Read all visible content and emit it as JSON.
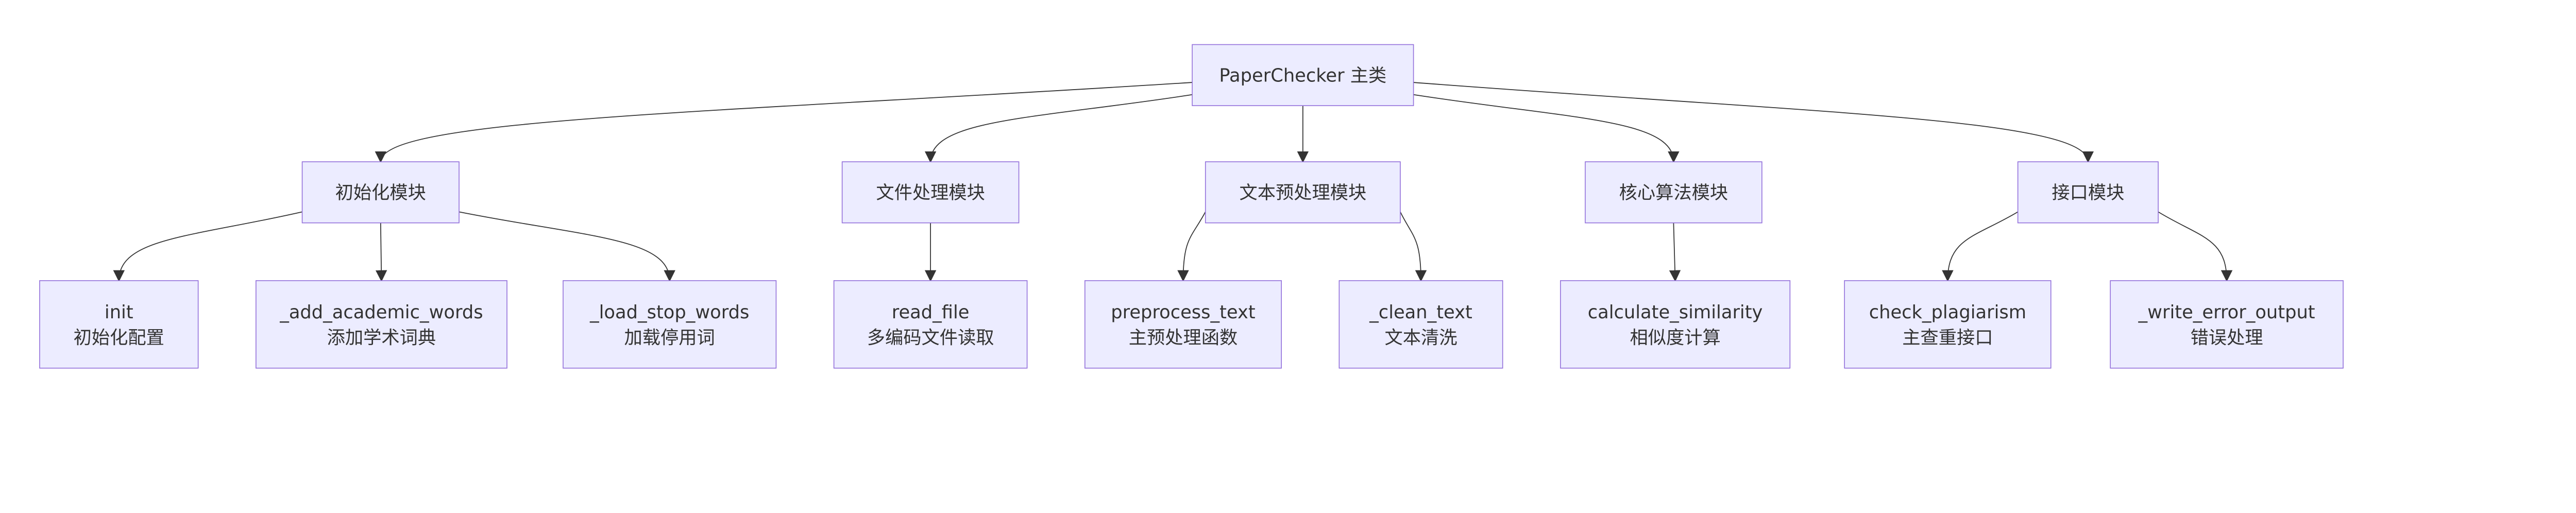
{
  "colors": {
    "node_fill": "#ECECFF",
    "node_stroke": "#9370DB",
    "edge": "#333333",
    "text": "#333333"
  },
  "root": {
    "id": "root",
    "lines": [
      "PaperChecker 主类"
    ]
  },
  "modules": [
    {
      "id": "m_init",
      "lines": [
        "初始化模块"
      ],
      "children": [
        {
          "id": "f_init",
          "lines": [
            "init",
            "初始化配置"
          ]
        },
        {
          "id": "f_add",
          "lines": [
            "_add_academic_words",
            "添加学术词典"
          ]
        },
        {
          "id": "f_load",
          "lines": [
            "_load_stop_words",
            "加载停用词"
          ]
        }
      ]
    },
    {
      "id": "m_file",
      "lines": [
        "文件处理模块"
      ],
      "children": [
        {
          "id": "f_read",
          "lines": [
            "read_file",
            "多编码文件读取"
          ]
        }
      ]
    },
    {
      "id": "m_text",
      "lines": [
        "文本预处理模块"
      ],
      "children": [
        {
          "id": "f_pre",
          "lines": [
            "preprocess_text",
            "主预处理函数"
          ]
        },
        {
          "id": "f_clean",
          "lines": [
            "_clean_text",
            "文本清洗"
          ]
        }
      ]
    },
    {
      "id": "m_core",
      "lines": [
        "核心算法模块"
      ],
      "children": [
        {
          "id": "f_sim",
          "lines": [
            "calculate_similarity",
            "相似度计算"
          ]
        }
      ]
    },
    {
      "id": "m_api",
      "lines": [
        "接口模块"
      ],
      "children": [
        {
          "id": "f_check",
          "lines": [
            "check_plagiarism",
            "主查重接口"
          ]
        },
        {
          "id": "f_write",
          "lines": [
            "_write_error_output",
            "错误处理"
          ]
        }
      ]
    }
  ]
}
